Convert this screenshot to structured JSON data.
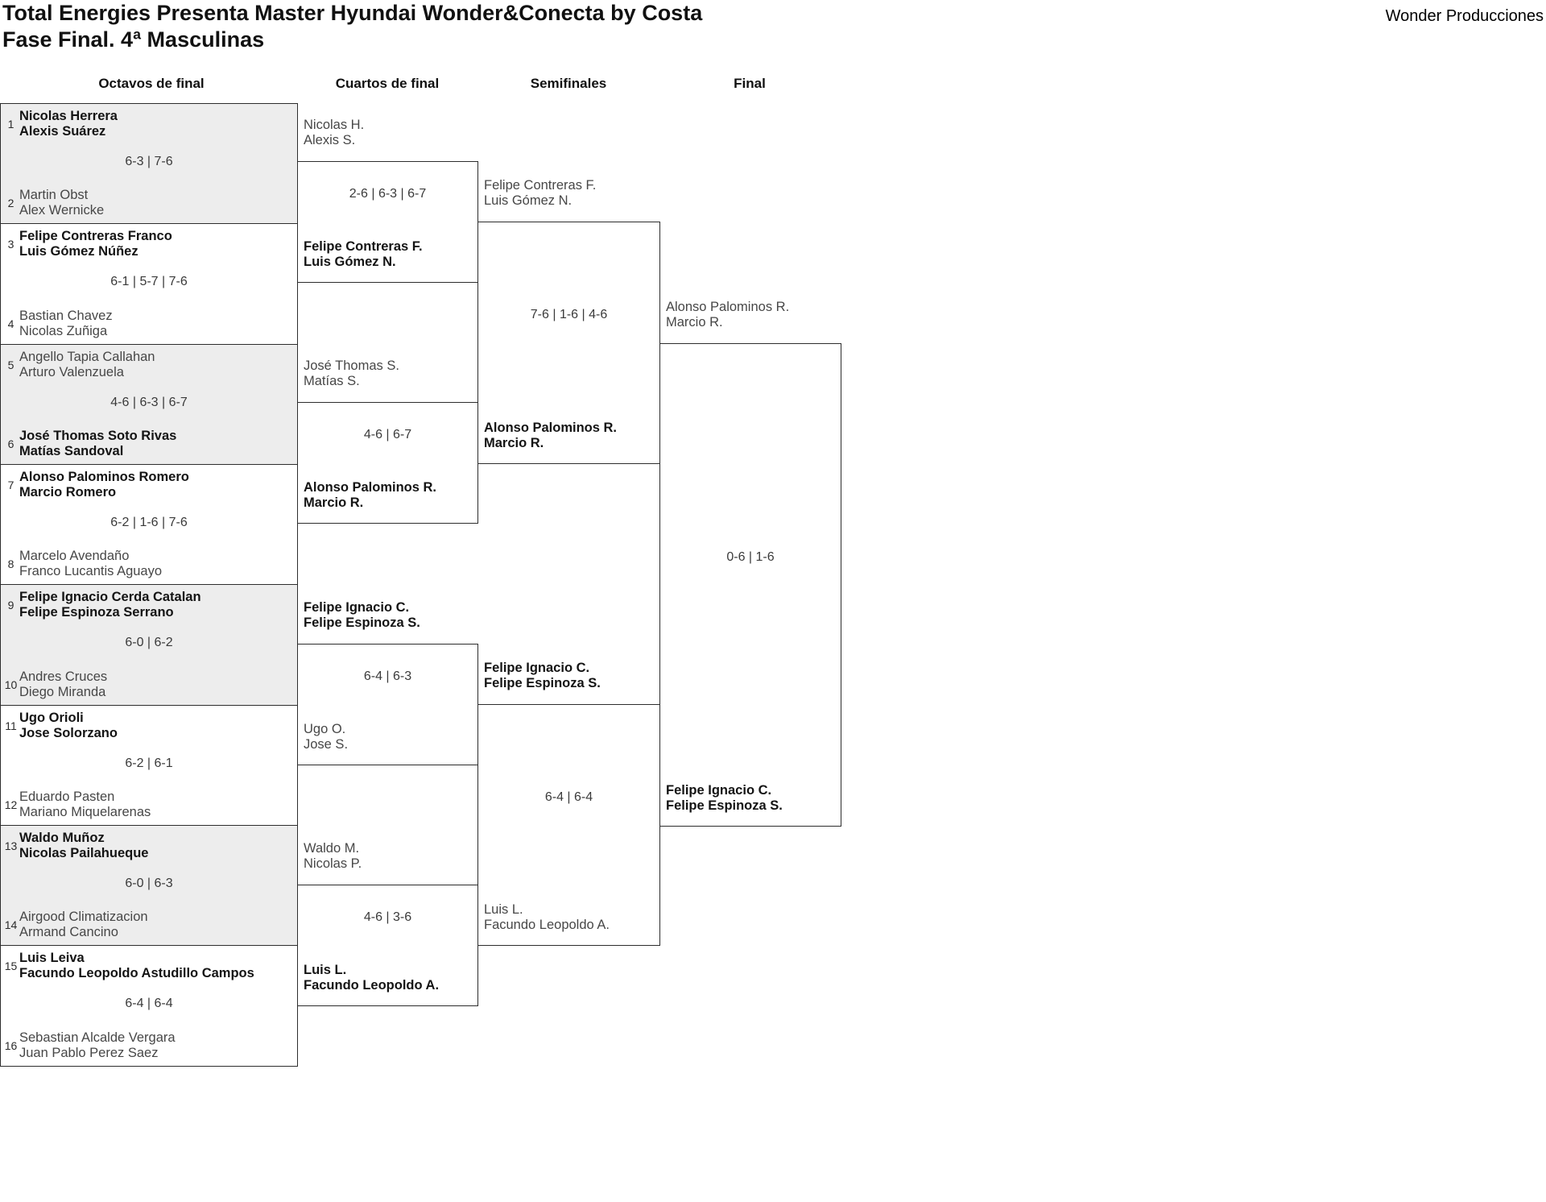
{
  "header": {
    "title_line1": "Total Energies Presenta Master Hyundai Wonder&Conecta by Costa",
    "title_line2": "Fase Final. 4ª Masculinas",
    "org": "Wonder Producciones"
  },
  "rounds": [
    {
      "label": "Octavos de final"
    },
    {
      "label": "Cuartos de final"
    },
    {
      "label": "Semifinales"
    },
    {
      "label": "Final"
    }
  ],
  "colors": {
    "match_shaded": "#ededed",
    "border": "#2d2d2d"
  },
  "bracket": {
    "octavos": [
      {
        "seed1": "1",
        "team1": [
          "Nicolas Herrera",
          "Alexis Suárez"
        ],
        "bold1": true,
        "seed2": "2",
        "team2": [
          "Martin Obst",
          "Alex Wernicke"
        ],
        "bold2": false,
        "score": "6-3 | 7-6",
        "shaded": true
      },
      {
        "seed1": "3",
        "team1": [
          "Felipe Contreras Franco",
          "Luis Gómez Núñez"
        ],
        "bold1": true,
        "seed2": "4",
        "team2": [
          "Bastian Chavez",
          "Nicolas Zuñiga"
        ],
        "bold2": false,
        "score": "6-1 | 5-7 | 7-6",
        "shaded": false
      },
      {
        "seed1": "5",
        "team1": [
          "Angello Tapia Callahan",
          "Arturo Valenzuela"
        ],
        "bold1": false,
        "seed2": "6",
        "team2": [
          "José Thomas Soto Rivas",
          "Matías Sandoval"
        ],
        "bold2": true,
        "score": "4-6 | 6-3 | 6-7",
        "shaded": true
      },
      {
        "seed1": "7",
        "team1": [
          "Alonso Palominos Romero",
          "Marcio Romero"
        ],
        "bold1": true,
        "seed2": "8",
        "team2": [
          "Marcelo Avendaño",
          "Franco Lucantis Aguayo"
        ],
        "bold2": false,
        "score": "6-2 | 1-6 | 7-6",
        "shaded": false
      },
      {
        "seed1": "9",
        "team1": [
          "Felipe Ignacio Cerda Catalan",
          "Felipe Espinoza Serrano"
        ],
        "bold1": true,
        "seed2": "10",
        "team2": [
          "Andres Cruces",
          "Diego Miranda"
        ],
        "bold2": false,
        "score": "6-0 | 6-2",
        "shaded": true
      },
      {
        "seed1": "11",
        "team1": [
          "Ugo Orioli",
          "Jose Solorzano"
        ],
        "bold1": true,
        "seed2": "12",
        "team2": [
          "Eduardo Pasten",
          "Mariano Miquelarenas"
        ],
        "bold2": false,
        "score": "6-2 | 6-1",
        "shaded": false
      },
      {
        "seed1": "13",
        "team1": [
          "Waldo Muñoz",
          "Nicolas Pailahueque"
        ],
        "bold1": true,
        "seed2": "14",
        "team2": [
          "Airgood Climatizacion",
          "Armand Cancino"
        ],
        "bold2": false,
        "score": "6-0 | 6-3",
        "shaded": true
      },
      {
        "seed1": "15",
        "team1": [
          "Luis Leiva",
          "Facundo Leopoldo Astudillo Campos"
        ],
        "bold1": true,
        "seed2": "16",
        "team2": [
          "Sebastian Alcalde Vergara",
          "Juan Pablo Perez Saez"
        ],
        "bold2": false,
        "score": "6-4 | 6-4",
        "shaded": false
      }
    ],
    "cuartos": [
      {
        "team1": [
          "Nicolas H.",
          "Alexis S."
        ],
        "bold1": false,
        "team2": [
          "Felipe Contreras F.",
          "Luis Gómez N."
        ],
        "bold2": true,
        "score": "2-6 | 6-3 | 6-7"
      },
      {
        "team1": [
          "José Thomas S.",
          "Matías S."
        ],
        "bold1": false,
        "team2": [
          "Alonso Palominos R.",
          "Marcio R."
        ],
        "bold2": true,
        "score": "4-6 | 6-7"
      },
      {
        "team1": [
          "Felipe Ignacio C.",
          "Felipe Espinoza S."
        ],
        "bold1": true,
        "team2": [
          "Ugo O.",
          "Jose S."
        ],
        "bold2": false,
        "score": "6-4 | 6-3"
      },
      {
        "team1": [
          "Waldo M.",
          "Nicolas P."
        ],
        "bold1": false,
        "team2": [
          "Luis L.",
          "Facundo Leopoldo A."
        ],
        "bold2": true,
        "score": "4-6 | 3-6"
      }
    ],
    "semifinales": [
      {
        "team1": [
          "Felipe Contreras F.",
          "Luis Gómez N."
        ],
        "bold1": false,
        "team2": [
          "Alonso Palominos R.",
          "Marcio R."
        ],
        "bold2": true,
        "score": "7-6 | 1-6 | 4-6"
      },
      {
        "team1": [
          "Felipe Ignacio C.",
          "Felipe Espinoza S."
        ],
        "bold1": true,
        "team2": [
          "Luis L.",
          "Facundo Leopoldo A."
        ],
        "bold2": false,
        "score": "6-4 | 6-4"
      }
    ],
    "final": [
      {
        "team1": [
          "Alonso Palominos R.",
          "Marcio R."
        ],
        "bold1": false,
        "team2": [
          "Felipe Ignacio C.",
          "Felipe Espinoza S."
        ],
        "bold2": true,
        "score": "0-6 | 1-6"
      }
    ]
  }
}
